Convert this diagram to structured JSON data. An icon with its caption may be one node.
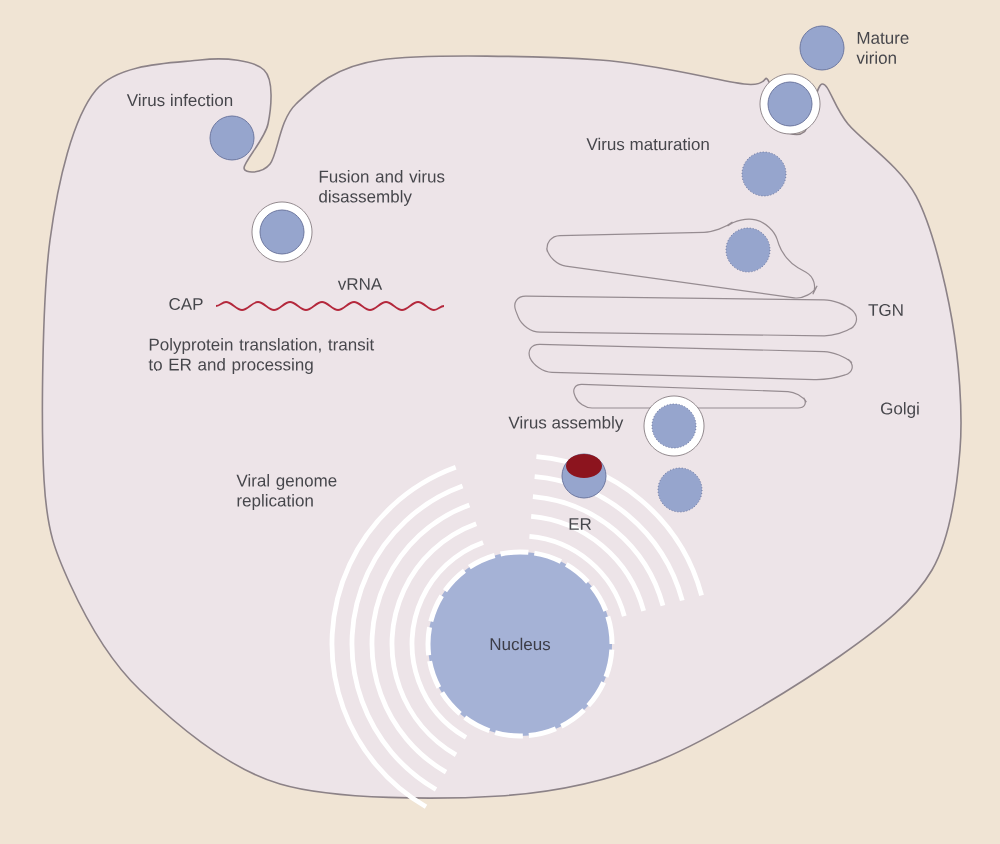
{
  "diagram": {
    "nodes": [
      {
        "text": [
          "Nucleus"
        ]
      }
    ],
    "labels": [
      "Mature virion",
      "Virus infection",
      "Virus maturation",
      "Fusion and virus disassembly",
      "vRNA",
      "CAP",
      "TGN",
      "Polyprotein translation, transit to ER and processing",
      "Golgi",
      "Virus assembly",
      "Viral genome replication",
      "ER"
    ]
  }
}
